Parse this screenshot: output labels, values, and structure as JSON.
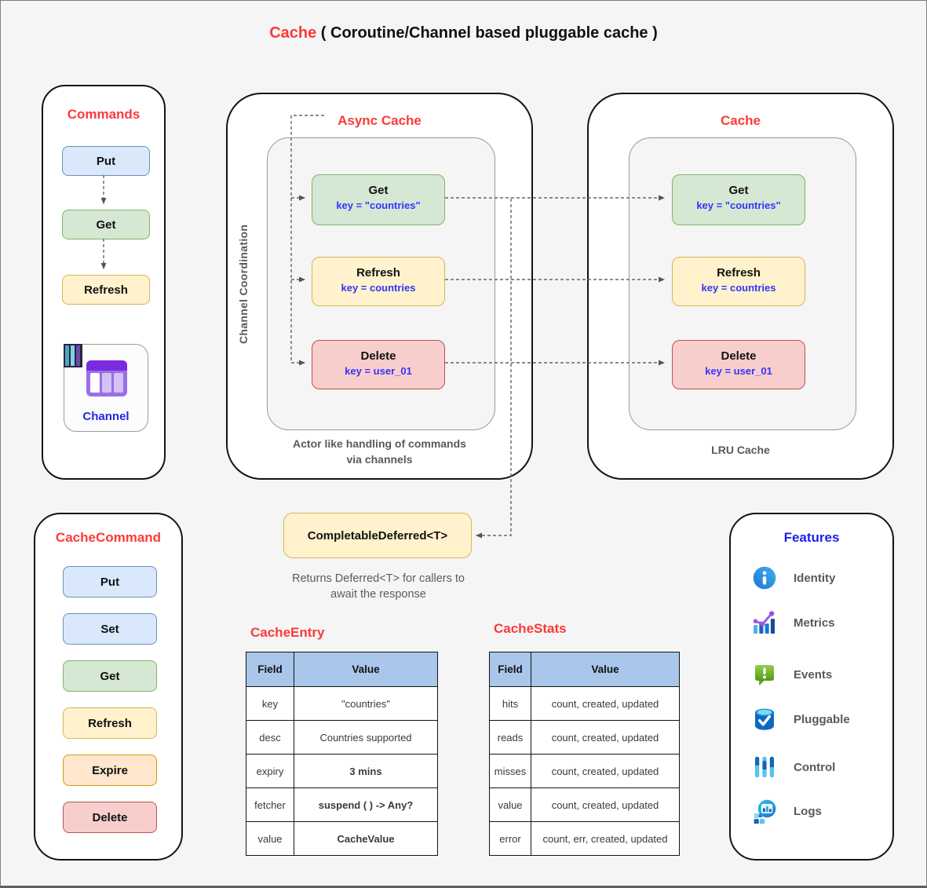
{
  "title": {
    "highlight": "Cache",
    "rest": " ( Coroutine/Channel based pluggable cache )"
  },
  "palette": {
    "accent_red": "#fa3a3a",
    "key_text_blue": "#3333ff",
    "features_title_blue": "#1f1fe8",
    "caption_gray": "#595959",
    "node_blue_fill": "#dae8fc",
    "node_blue_stroke": "#6c8ebf",
    "node_green_fill": "#d5e8d4",
    "node_green_stroke": "#82b366",
    "node_yellow_fill": "#fff2cc",
    "node_yellow_stroke": "#d6b656",
    "node_orange_fill": "#ffe6cc",
    "node_orange_stroke": "#d79b00",
    "node_red_fill": "#f8cecc",
    "node_red_stroke": "#b85450",
    "table_header_fill": "#a9c6eb"
  },
  "commands_panel": {
    "title": "Commands",
    "items": [
      {
        "label": "Put",
        "color": "blue"
      },
      {
        "label": "Get",
        "color": "green"
      },
      {
        "label": "Refresh",
        "color": "yellow"
      }
    ],
    "channel_label": "Channel"
  },
  "async_panel": {
    "title": "Async Cache",
    "coordination_label": "Channel Coordination",
    "items": [
      {
        "label": "Get",
        "key": "key = \"countries\"",
        "color": "green"
      },
      {
        "label": "Refresh",
        "key": "key = countries",
        "color": "yellow"
      },
      {
        "label": "Delete",
        "key": "key = user_01",
        "color": "red"
      }
    ],
    "caption_line1": "Actor like handling of commands",
    "caption_line2": "via channels"
  },
  "cache_panel": {
    "title": "Cache",
    "items": [
      {
        "label": "Get",
        "key": "key = \"countries\"",
        "color": "green"
      },
      {
        "label": "Refresh",
        "key": "key = countries",
        "color": "yellow"
      },
      {
        "label": "Delete",
        "key": "key = user_01",
        "color": "red"
      }
    ],
    "caption": "LRU Cache"
  },
  "cache_command_panel": {
    "title": "CacheCommand",
    "items": [
      {
        "label": "Put",
        "color": "blue"
      },
      {
        "label": "Set",
        "color": "blue"
      },
      {
        "label": "Get",
        "color": "green"
      },
      {
        "label": "Refresh",
        "color": "yellow"
      },
      {
        "label": "Expire",
        "color": "orange"
      },
      {
        "label": "Delete",
        "color": "red"
      }
    ]
  },
  "deferred": {
    "label": "CompletableDeferred<T>",
    "caption_line1": "Returns Deferred<T> for callers to",
    "caption_line2": "await the response"
  },
  "cache_entry_table": {
    "title": "CacheEntry",
    "headers": [
      "Field",
      "Value"
    ],
    "rows": [
      {
        "field": "key",
        "value": "\"countries\"",
        "style": "plain"
      },
      {
        "field": "desc",
        "value": "Countries supported",
        "style": "plain"
      },
      {
        "field": "expiry",
        "value": "3 mins",
        "style": "blue-bold"
      },
      {
        "field": "fetcher",
        "value": "suspend ( ) -> Any?",
        "style": "blue-bold"
      },
      {
        "field": "value",
        "value": "CacheValue",
        "style": "red-bold"
      }
    ]
  },
  "cache_stats_table": {
    "title": "CacheStats",
    "headers": [
      "Field",
      "Value"
    ],
    "rows": [
      {
        "field": "hits",
        "value": "count, created, updated"
      },
      {
        "field": "reads",
        "value": "count, created, updated"
      },
      {
        "field": "misses",
        "value": "count, created, updated"
      },
      {
        "field": "value",
        "value": "count, created, updated"
      },
      {
        "field": "error",
        "value": "count, err, created, updated"
      }
    ]
  },
  "features_panel": {
    "title": "Features",
    "items": [
      {
        "label": "Identity",
        "icon": "info-icon"
      },
      {
        "label": "Metrics",
        "icon": "metrics-icon"
      },
      {
        "label": "Events",
        "icon": "events-icon"
      },
      {
        "label": "Pluggable",
        "icon": "pluggable-icon"
      },
      {
        "label": "Control",
        "icon": "control-icon"
      },
      {
        "label": "Logs",
        "icon": "logs-icon"
      }
    ]
  }
}
